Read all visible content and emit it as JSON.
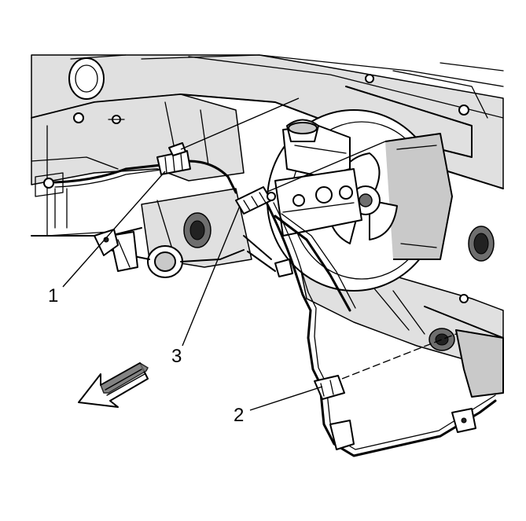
{
  "callouts": [
    {
      "id": "1",
      "label": "1"
    },
    {
      "id": "2",
      "label": "2"
    },
    {
      "id": "3",
      "label": "3"
    }
  ],
  "colors": {
    "line": "#000000",
    "shade": "#c9c9c9",
    "dark": "#6e6e6e",
    "background": "#ffffff"
  },
  "icons": {
    "direction_arrow": "forward-direction-arrow-icon"
  }
}
